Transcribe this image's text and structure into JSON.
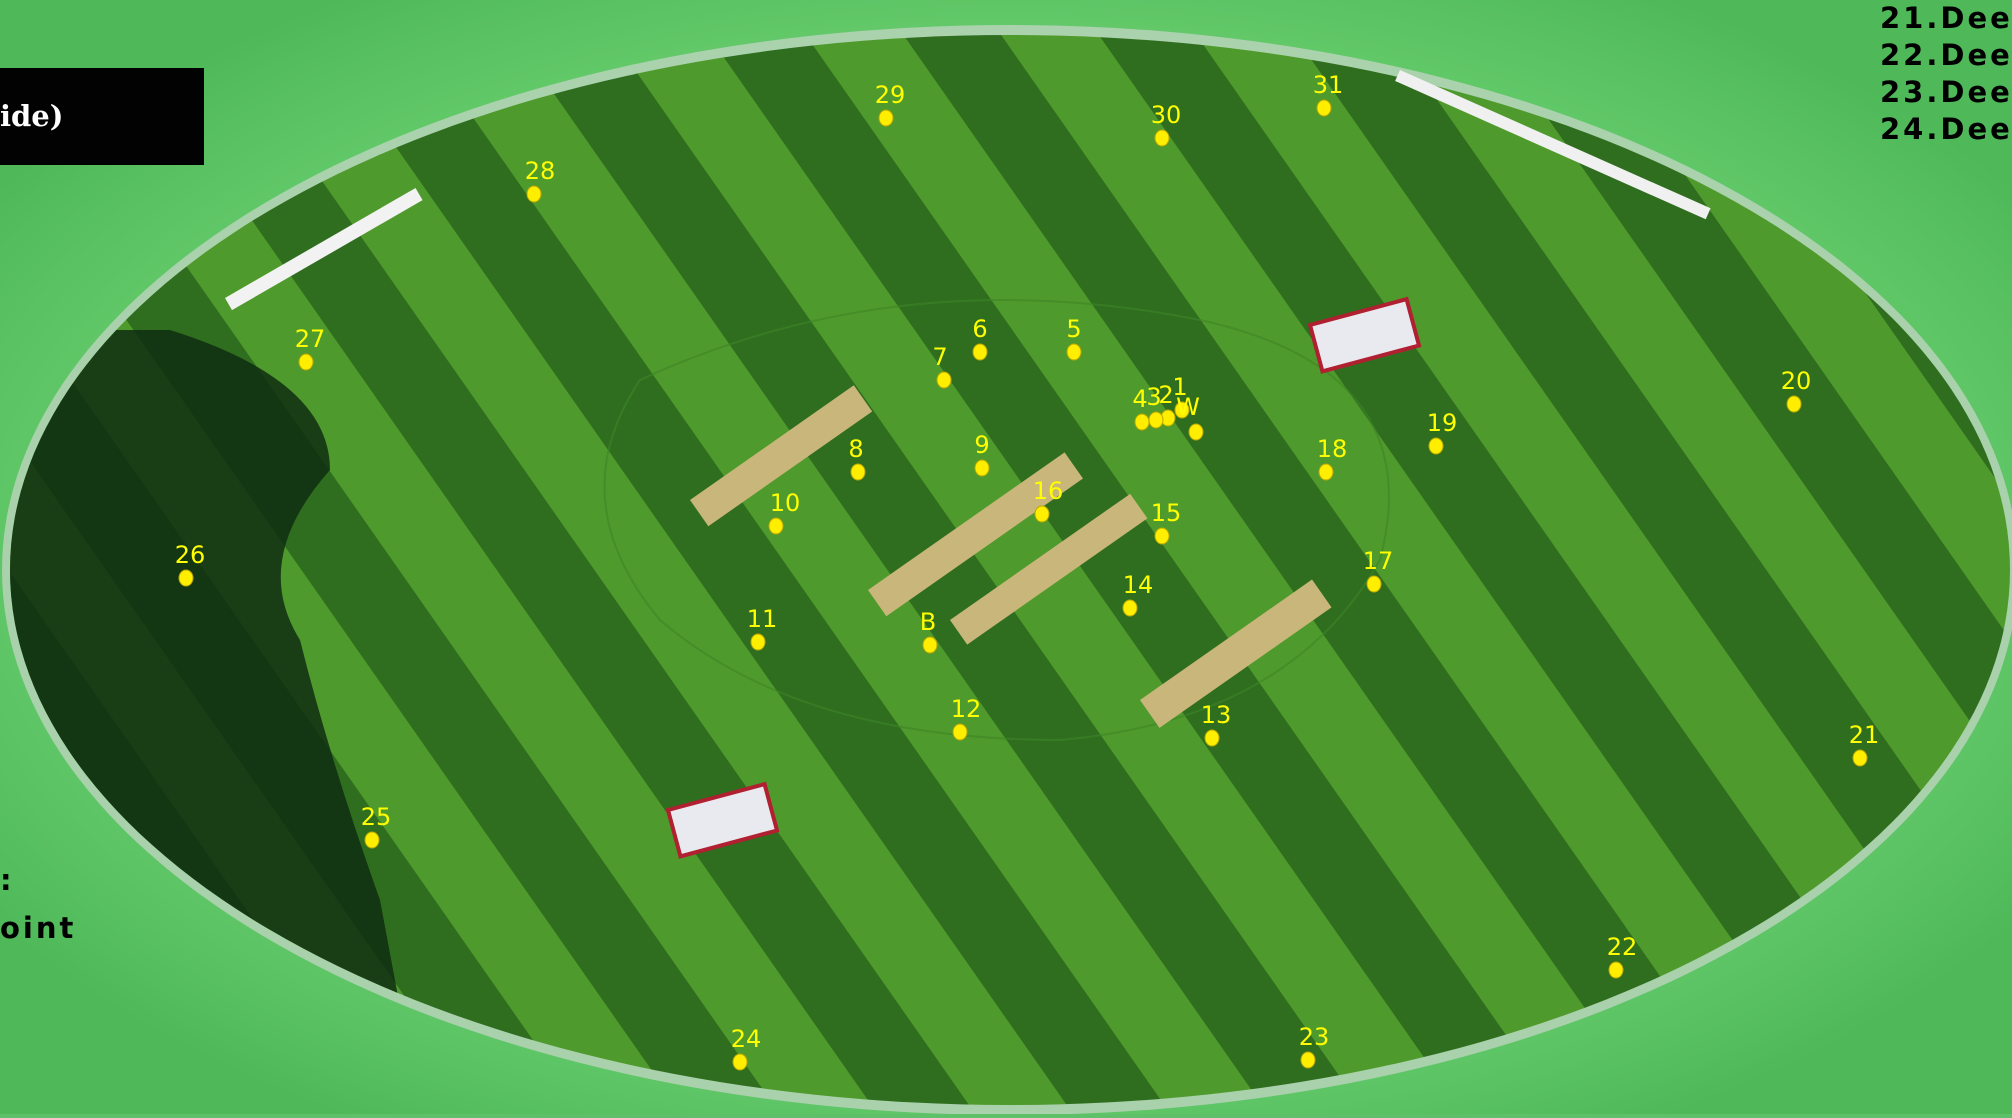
{
  "heading": {
    "visible_text": "ide)"
  },
  "legend_right": [
    "21.Dee",
    "22.Dee",
    "23.Dee",
    "24.Dee"
  ],
  "legend_left": [
    ":",
    "oint"
  ],
  "field_positions": [
    {
      "label": "1"
    },
    {
      "label": "2"
    },
    {
      "label": "3"
    },
    {
      "label": "4"
    },
    {
      "label": "W"
    },
    {
      "label": "5"
    },
    {
      "label": "6"
    },
    {
      "label": "7"
    },
    {
      "label": "8"
    },
    {
      "label": "9"
    },
    {
      "label": "10"
    },
    {
      "label": "11"
    },
    {
      "label": "B"
    },
    {
      "label": "12"
    },
    {
      "label": "13"
    },
    {
      "label": "14"
    },
    {
      "label": "15"
    },
    {
      "label": "16"
    },
    {
      "label": "17"
    },
    {
      "label": "18"
    },
    {
      "label": "19"
    },
    {
      "label": "20"
    },
    {
      "label": "21"
    },
    {
      "label": "22"
    },
    {
      "label": "23"
    },
    {
      "label": "24"
    },
    {
      "label": "25"
    },
    {
      "label": "26"
    },
    {
      "label": "27"
    },
    {
      "label": "28"
    },
    {
      "label": "29"
    },
    {
      "label": "30"
    },
    {
      "label": "31"
    }
  ],
  "colors": {
    "marker": "#ffee00",
    "label": "#ffff00",
    "grass_light": "#4f9a2c",
    "grass_dark": "#2f6e1e"
  }
}
